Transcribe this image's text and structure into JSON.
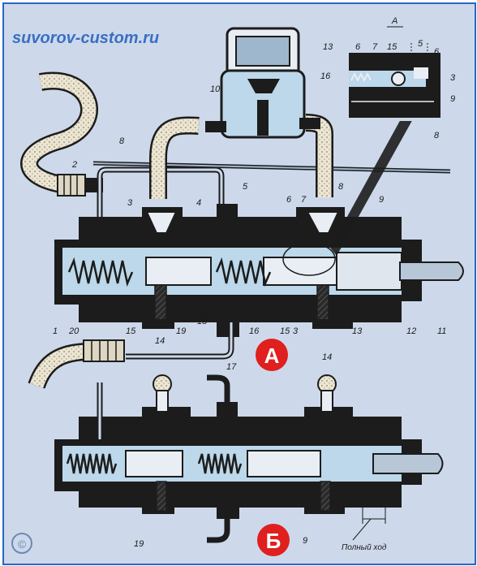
{
  "watermark": "suvorov-custom.ru",
  "copyright_symbol": "©",
  "views": {
    "a": "А",
    "b": "Б"
  },
  "detail_title": "А",
  "full_stroke_label": "Полный ход",
  "callouts": {
    "n1": "1",
    "n2": "2",
    "n3": "3",
    "n3b": "3",
    "n4": "4",
    "n5": "5",
    "n6": "6",
    "n7": "7",
    "n8": "8",
    "n8b": "8",
    "n9": "9",
    "n10": "10",
    "n11": "11",
    "n12": "12",
    "n13": "13",
    "n14": "14",
    "n14b": "14",
    "n15": "15",
    "n15b": "15",
    "n16": "16",
    "n17": "17",
    "n18": "18",
    "n19": "19",
    "n20": "20",
    "d13": "13",
    "d6": "6",
    "d7": "7",
    "d15": "15",
    "d5": "5",
    "d6b": "6",
    "d16": "16",
    "d3": "3",
    "d9": "9",
    "d8": "8",
    "b19": "19",
    "b9": "9"
  },
  "colors": {
    "frame": "#2a66c8",
    "background": "#cdd9ea",
    "housing": "#1c1c1c",
    "fluid": "#bcd8ea",
    "hose": "#e8e1cf",
    "badge": "#e01f1f"
  }
}
